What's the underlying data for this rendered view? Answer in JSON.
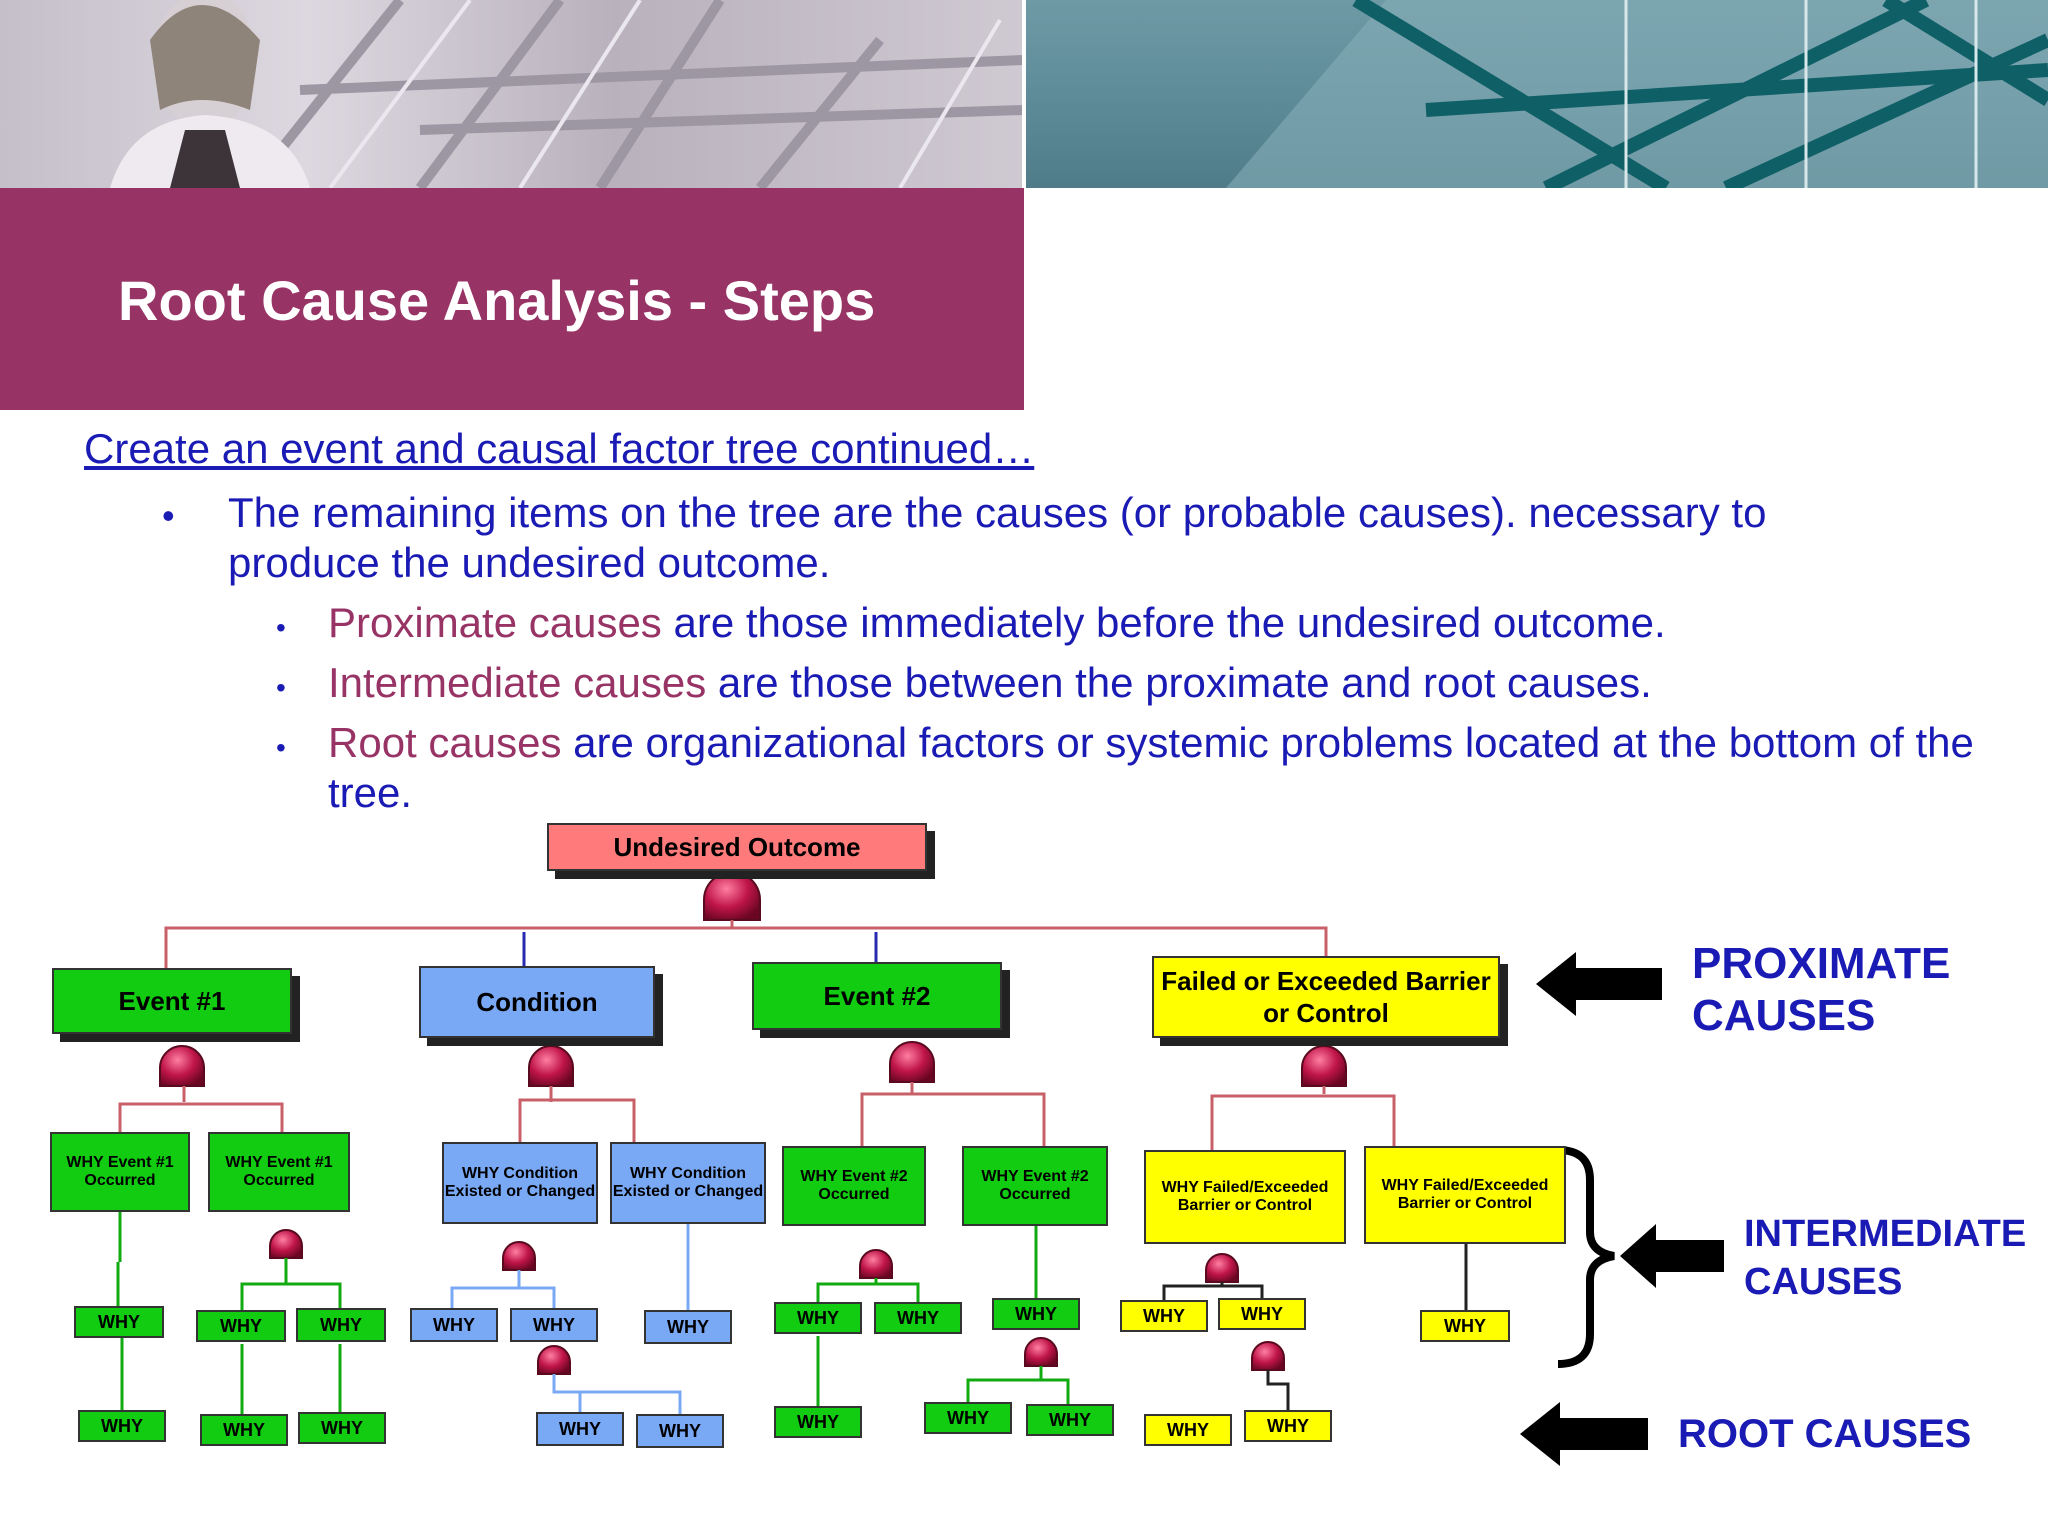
{
  "page": {
    "title": "Root Cause Analysis - Steps",
    "intro": "Create an event and causal factor tree continued…",
    "bullet_main": "The remaining items on the tree are the causes (or probable causes). necessary to produce the undesired outcome.",
    "sub_bullets": [
      {
        "term": "Proximate causes",
        "rest": " are those immediately before the undesired outcome."
      },
      {
        "term": "Intermediate causes",
        "rest": " are those between the proximate and root causes."
      },
      {
        "term": "Root causes",
        "rest": " are organizational factors or systemic problems located at the bottom of the tree."
      }
    ]
  },
  "diagram": {
    "top": "Undesired Outcome",
    "proximate": [
      "Event #1",
      "Condition",
      "Event #2",
      "Failed or Exceeded Barrier or Control"
    ],
    "intermediate": [
      "WHY Event #1 Occurred",
      "WHY Event #1 Occurred",
      "WHY Condition Existed or Changed",
      "WHY Condition Existed or Changed",
      "WHY Event #2 Occurred",
      "WHY Event #2 Occurred",
      "WHY Failed/Exceeded Barrier or Control",
      "WHY Failed/Exceeded Barrier or Control"
    ],
    "why": "WHY",
    "labels": {
      "proximate": "PROXIMATE CAUSES",
      "intermediate": "INTERMEDIATE CAUSES",
      "root": "ROOT CAUSES"
    }
  },
  "colors": {
    "title_band": "#983366",
    "text_blue": "#1a1ab4",
    "accent": "#983366",
    "green": "#11cc11",
    "blue": "#79a8f5",
    "yellow": "#ffff00",
    "red": "#ff7b7b"
  }
}
